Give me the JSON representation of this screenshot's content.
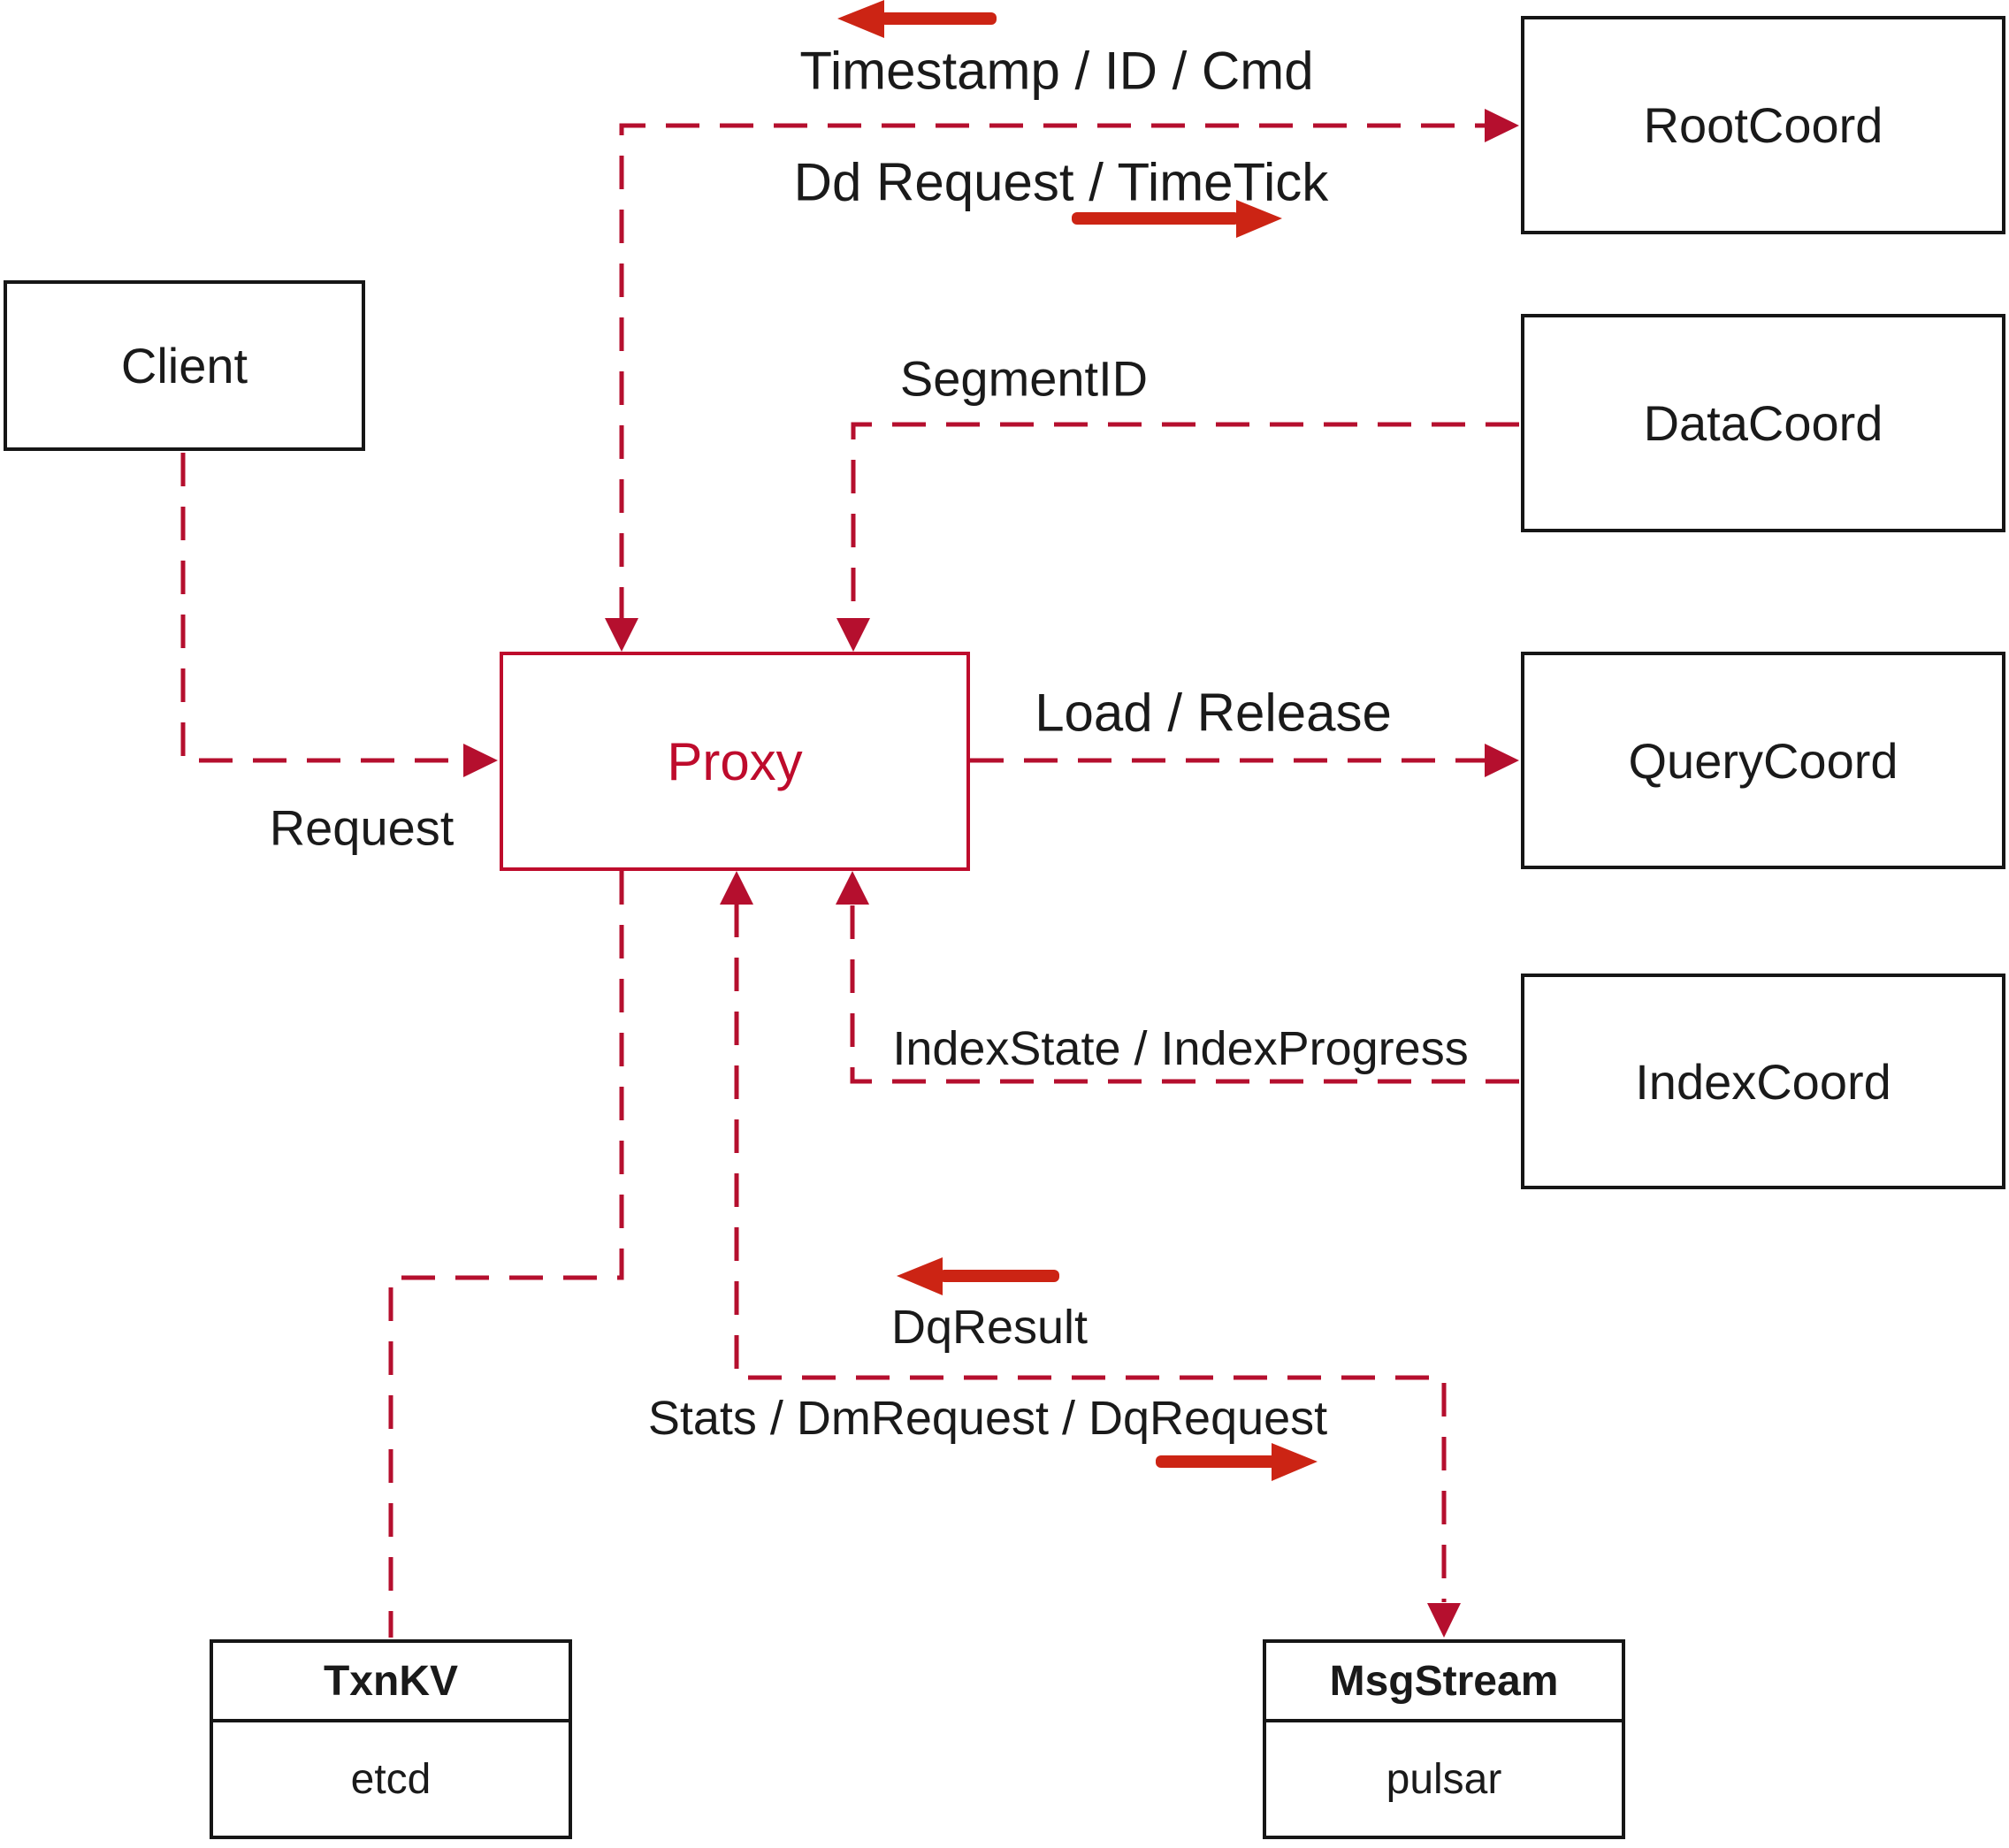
{
  "diagram": {
    "nodes": {
      "client": {
        "label": "Client"
      },
      "proxy": {
        "label": "Proxy"
      },
      "root_coord": {
        "label": "RootCoord"
      },
      "data_coord": {
        "label": "DataCoord"
      },
      "query_coord": {
        "label": "QueryCoord"
      },
      "index_coord": {
        "label": "IndexCoord"
      },
      "txn_kv": {
        "title": "TxnKV",
        "subtitle": "etcd"
      },
      "msg_stream": {
        "title": "MsgStream",
        "subtitle": "pulsar"
      }
    },
    "edge_labels": {
      "timestamp_id_cmd": "Timestamp / ID / Cmd",
      "dd_request_timetick": "Dd Request / TimeTick",
      "segment_id": "SegmentID",
      "load_release": "Load / Release",
      "request": "Request",
      "index_state_progress": "IndexState / IndexProgress",
      "dq_result": "DqResult",
      "stats_dm_dq_request": "Stats / DmRequest / DqRequest"
    },
    "colors": {
      "connector_dashed_red": "#b50f2e",
      "direction_arrow_red": "#cc2414",
      "proxy_red": "#be0b2c",
      "box_border_black": "#161616",
      "text_black": "#1a1a1a",
      "background": "#ffffff"
    }
  }
}
